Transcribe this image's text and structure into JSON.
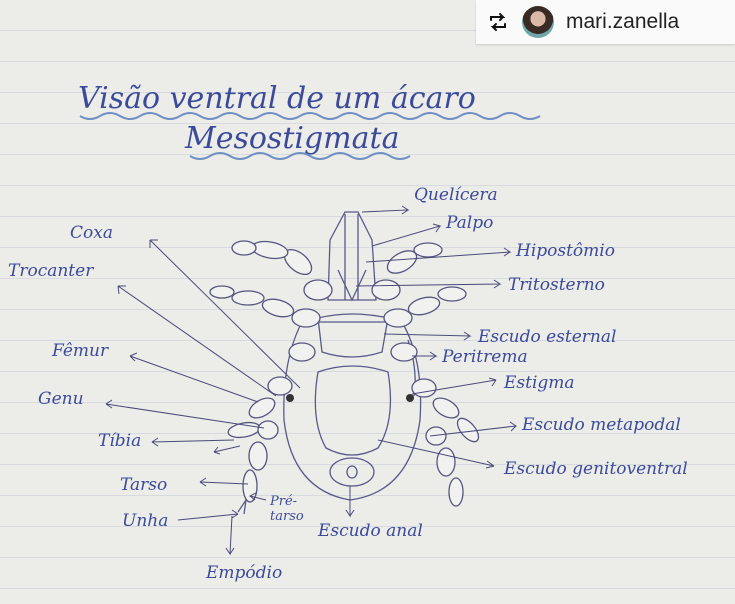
{
  "repost": {
    "username": "mari.zanella",
    "icon": "repost-icon"
  },
  "title": {
    "line1": "Visão ventral de um ácaro",
    "line2": "Mesostigmata"
  },
  "labels": {
    "quelicera": "Quelícera",
    "palpo": "Palpo",
    "hipostomio": "Hipostômio",
    "tritosterno": "Tritosterno",
    "escudo_esternal": "Escudo esternal",
    "peritrema": "Peritrema",
    "estigma": "Estigma",
    "escudo_metapodal": "Escudo metapodal",
    "escudo_genitoventral": "Escudo genitoventral",
    "escudo_anal": "Escudo anal",
    "coxa": "Coxa",
    "trocanter": "Trocanter",
    "femur": "Fêmur",
    "genu": "Genu",
    "tibia": "Tíbia",
    "tarso": "Tarso",
    "unha": "Unha",
    "pretarso_1": "Pré-",
    "pretarso_2": "tarso",
    "empodio": "Empódio"
  },
  "colors": {
    "ink": "#3b4a9a",
    "underline": "#6f8fc4",
    "paper": "#ecece9"
  }
}
